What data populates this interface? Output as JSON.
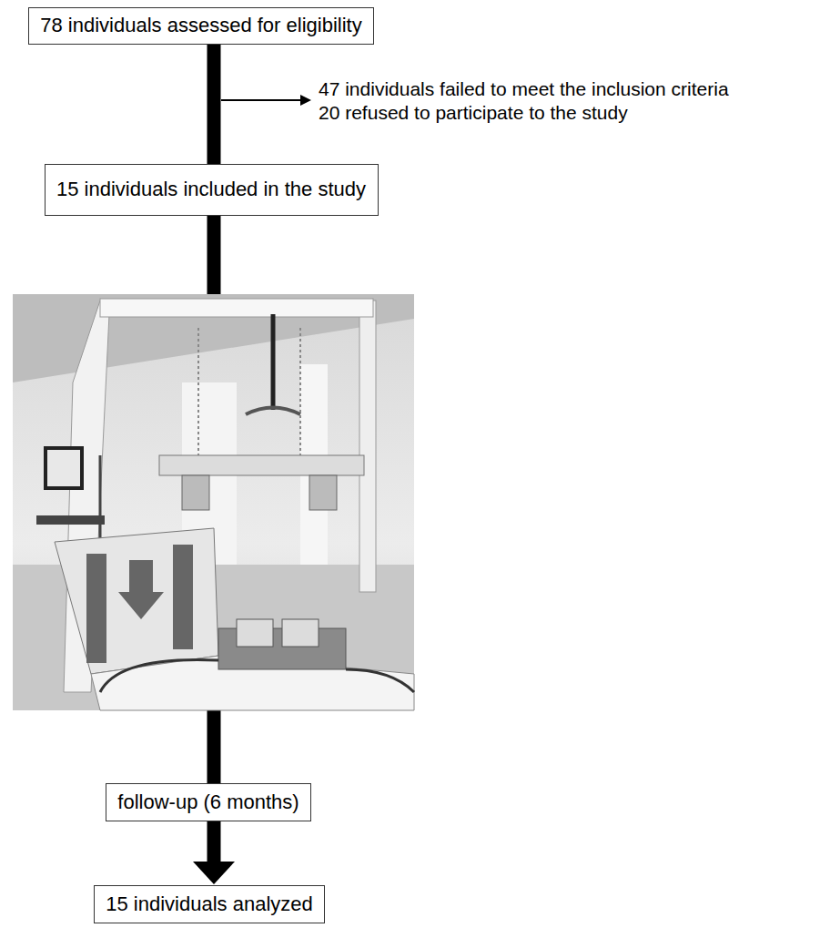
{
  "diagram": {
    "nodes": [
      {
        "text": [
          "78 individuals assessed for eligibility"
        ]
      },
      {
        "text": [
          "15 individuals included in the study"
        ]
      },
      {
        "text": [
          "follow-up (6 months)"
        ]
      },
      {
        "text": [
          "15 individuals analyzed"
        ]
      }
    ],
    "edges": [
      {
        "from": 0,
        "to": 1,
        "arrow": "none"
      },
      {
        "from": 1,
        "to": 2,
        "arrow": "none"
      },
      {
        "from": 2,
        "to": 3,
        "arrow": "to"
      }
    ],
    "labels": [
      "47 individuals failed to meet the inclusion criteria",
      "20 refused to participate to the study"
    ]
  }
}
